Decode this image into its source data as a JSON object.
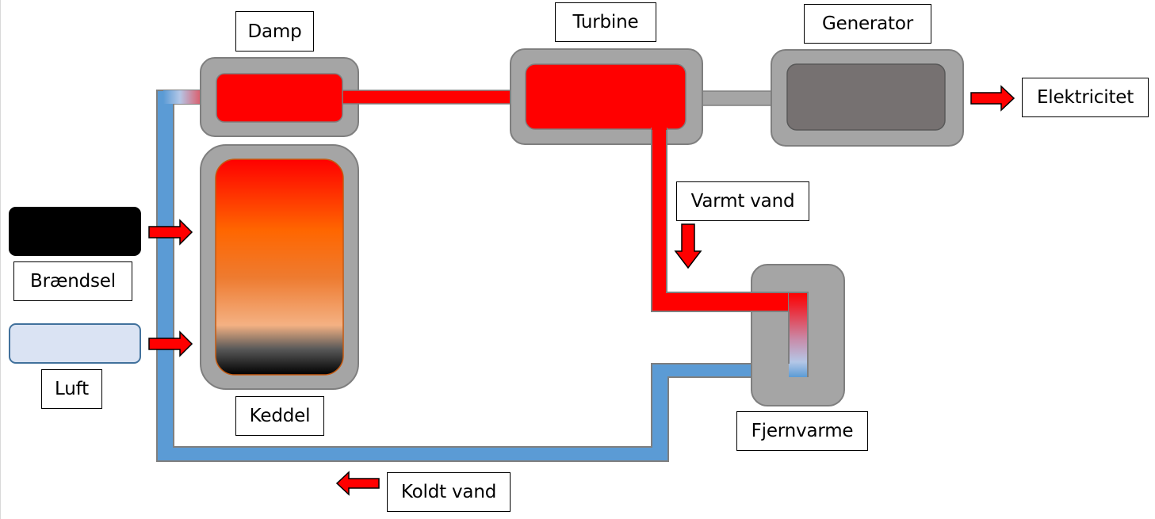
{
  "diagram": {
    "title": "Kraftvarmeværk",
    "labels": {
      "damp": "Damp",
      "turbine": "Turbine",
      "generator": "Generator",
      "elektricitet": "Elektricitet",
      "varmt_vand": "Varmt vand",
      "braendsel": "Brændsel",
      "luft": "Luft",
      "keddel": "Keddel",
      "fjernvarme": "Fjernvarme",
      "koldt_vand": "Koldt vand"
    },
    "components": [
      {
        "id": "damp",
        "name": "Damp",
        "kind": "steam-drum"
      },
      {
        "id": "keddel",
        "name": "Keddel",
        "kind": "boiler"
      },
      {
        "id": "turbine",
        "name": "Turbine",
        "kind": "turbine"
      },
      {
        "id": "generator",
        "name": "Generator",
        "kind": "generator"
      },
      {
        "id": "fjernvarme",
        "name": "Fjernvarme",
        "kind": "heat-exchanger"
      },
      {
        "id": "braendsel",
        "name": "Brændsel",
        "kind": "input"
      },
      {
        "id": "luft",
        "name": "Luft",
        "kind": "input"
      }
    ],
    "flows": [
      {
        "from": "braendsel",
        "to": "keddel",
        "direction": "right"
      },
      {
        "from": "luft",
        "to": "keddel",
        "direction": "right"
      },
      {
        "from": "damp",
        "to": "turbine",
        "medium": "steam"
      },
      {
        "from": "turbine",
        "to": "generator",
        "medium": "shaft"
      },
      {
        "from": "generator",
        "to": "elektricitet",
        "direction": "right"
      },
      {
        "from": "turbine",
        "to": "fjernvarme",
        "medium": "varmt vand",
        "direction": "down"
      },
      {
        "from": "fjernvarme",
        "to": "damp",
        "medium": "koldt vand",
        "direction": "left"
      }
    ],
    "colors": {
      "hot": "#ff0000",
      "cold": "#5b9bd5",
      "casing": "#a5a5a5",
      "casing_border": "#7f7f7f",
      "generator_core": "#767171",
      "fuel": "#000000",
      "air": "#dae3f3",
      "air_border": "#41719c"
    }
  }
}
